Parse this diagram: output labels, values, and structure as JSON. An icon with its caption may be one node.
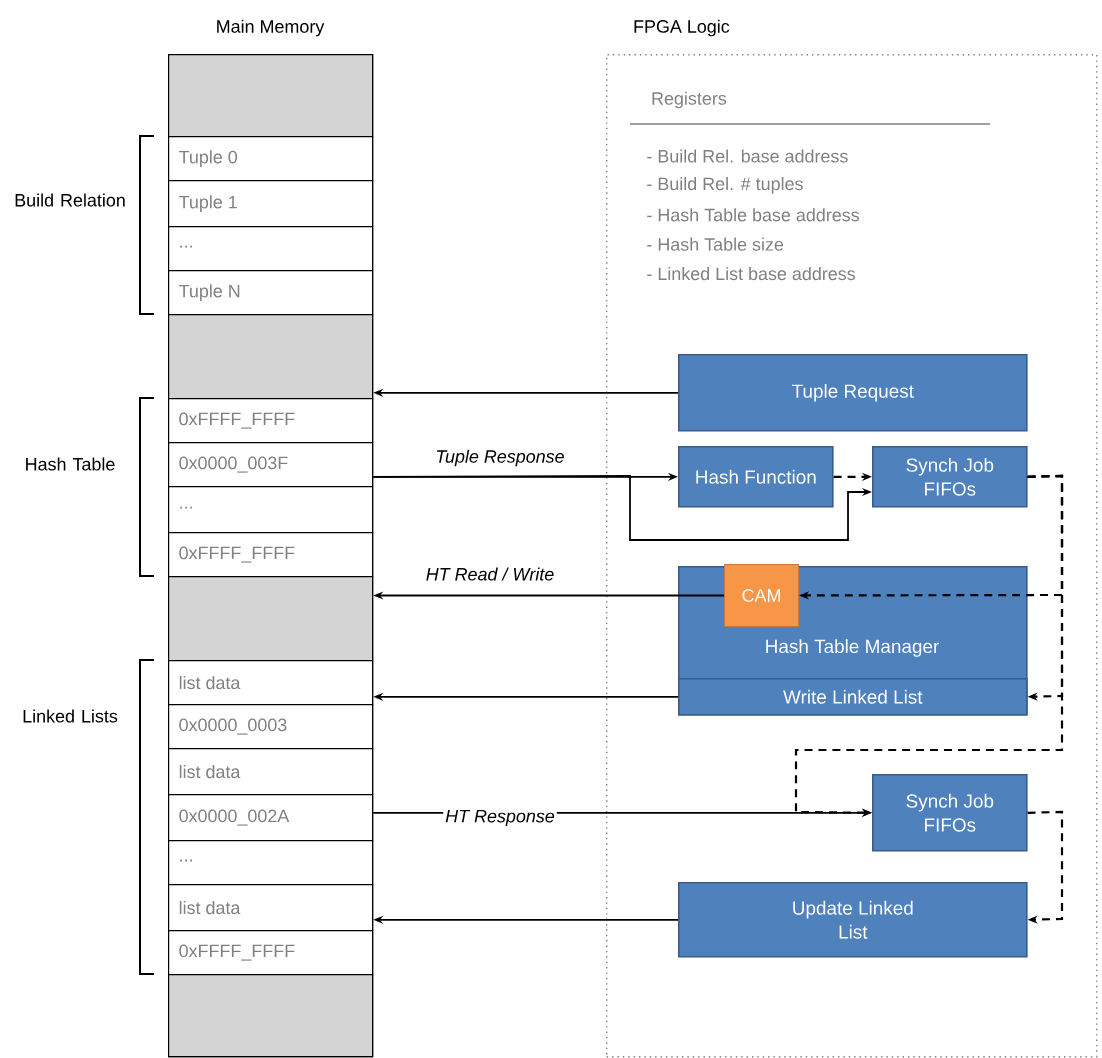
{
  "diagram": {
    "nodes": [
      {
        "text": [
          "Main Memory"
        ]
      },
      {
        "text": [],
        "shape": "box",
        "in": 0
      },
      {
        "text": [
          "Tuple 0"
        ],
        "in": 0
      },
      {
        "text": [
          "Tuple 1"
        ],
        "in": 0
      },
      {
        "text": [
          "..."
        ],
        "in": 0
      },
      {
        "text": [
          "Tuple N"
        ],
        "in": 0
      },
      {
        "text": [],
        "shape": "box",
        "in": 0
      },
      {
        "text": [
          "0xFFFF_FFFF"
        ],
        "in": 0
      },
      {
        "text": [
          "0x0000_003F"
        ],
        "in": 0
      },
      {
        "text": [
          "..."
        ],
        "in": 0
      },
      {
        "text": [
          "0xFFFF_FFFF"
        ],
        "in": 0
      },
      {
        "text": [],
        "shape": "box",
        "in": 0
      },
      {
        "text": [
          "list data"
        ],
        "in": 0
      },
      {
        "text": [
          "0x0000_0003"
        ],
        "in": 0
      },
      {
        "text": [
          "list data"
        ],
        "in": 0
      },
      {
        "text": [
          "0x0000_002A"
        ],
        "in": 0
      },
      {
        "text": [
          "..."
        ],
        "in": 0
      },
      {
        "text": [
          "list data"
        ],
        "in": 0
      },
      {
        "text": [
          "0xFFFF_FFFF"
        ],
        "in": 0
      },
      {
        "text": [],
        "shape": "box",
        "in": 0
      },
      {
        "text": [
          "FPGA Logic"
        ]
      },
      {
        "text": [
          "Tuple Request"
        ],
        "in": 20
      },
      {
        "text": [
          "Hash Function"
        ],
        "in": 20
      },
      {
        "text": [
          "Synch Job FIFOs"
        ],
        "in": 20
      },
      {
        "text": [
          "Hash Table Manager"
        ],
        "in": 20
      },
      {
        "text": [
          "CAM"
        ],
        "in": 24
      },
      {
        "text": [
          "Write Linked List"
        ],
        "in": 24
      },
      {
        "text": [
          "Synch Job FIFOs"
        ],
        "in": 20
      },
      {
        "text": [
          "Update Linked List"
        ],
        "in": 20
      }
    ],
    "edges": [
      {
        "from": 21,
        "to": 6,
        "arrow": "to"
      },
      {
        "from": 8,
        "to": 22,
        "arrow": "to",
        "label": "Tuple Response"
      },
      {
        "from": 8,
        "to": 23,
        "arrow": "to"
      },
      {
        "from": 22,
        "to": 23,
        "arrow": "to",
        "style": "dashed"
      },
      {
        "from": 25,
        "to": 11,
        "arrow": "to",
        "label": "HT Read / Write"
      },
      {
        "from": 23,
        "to": 25,
        "arrow": "to",
        "style": "dashed"
      },
      {
        "from": 23,
        "to": 26,
        "arrow": "to",
        "style": "dashed"
      },
      {
        "from": 23,
        "to": 27,
        "arrow": "to",
        "style": "dashed"
      },
      {
        "from": 26,
        "to": 12,
        "arrow": "to"
      },
      {
        "from": 15,
        "to": 27,
        "arrow": "to",
        "label": "HT Response"
      },
      {
        "from": 27,
        "to": 28,
        "arrow": "to",
        "style": "dashed"
      },
      {
        "from": 28,
        "to": 17,
        "arrow": "to"
      }
    ],
    "labels": [
      "Build Relation",
      "Hash Table",
      "Linked Lists",
      "Registers",
      "- Build Rel. base address",
      "- Build Rel. # tuples",
      "- Hash Table base address",
      "- Hash Table size",
      "- Linked List base address"
    ]
  }
}
